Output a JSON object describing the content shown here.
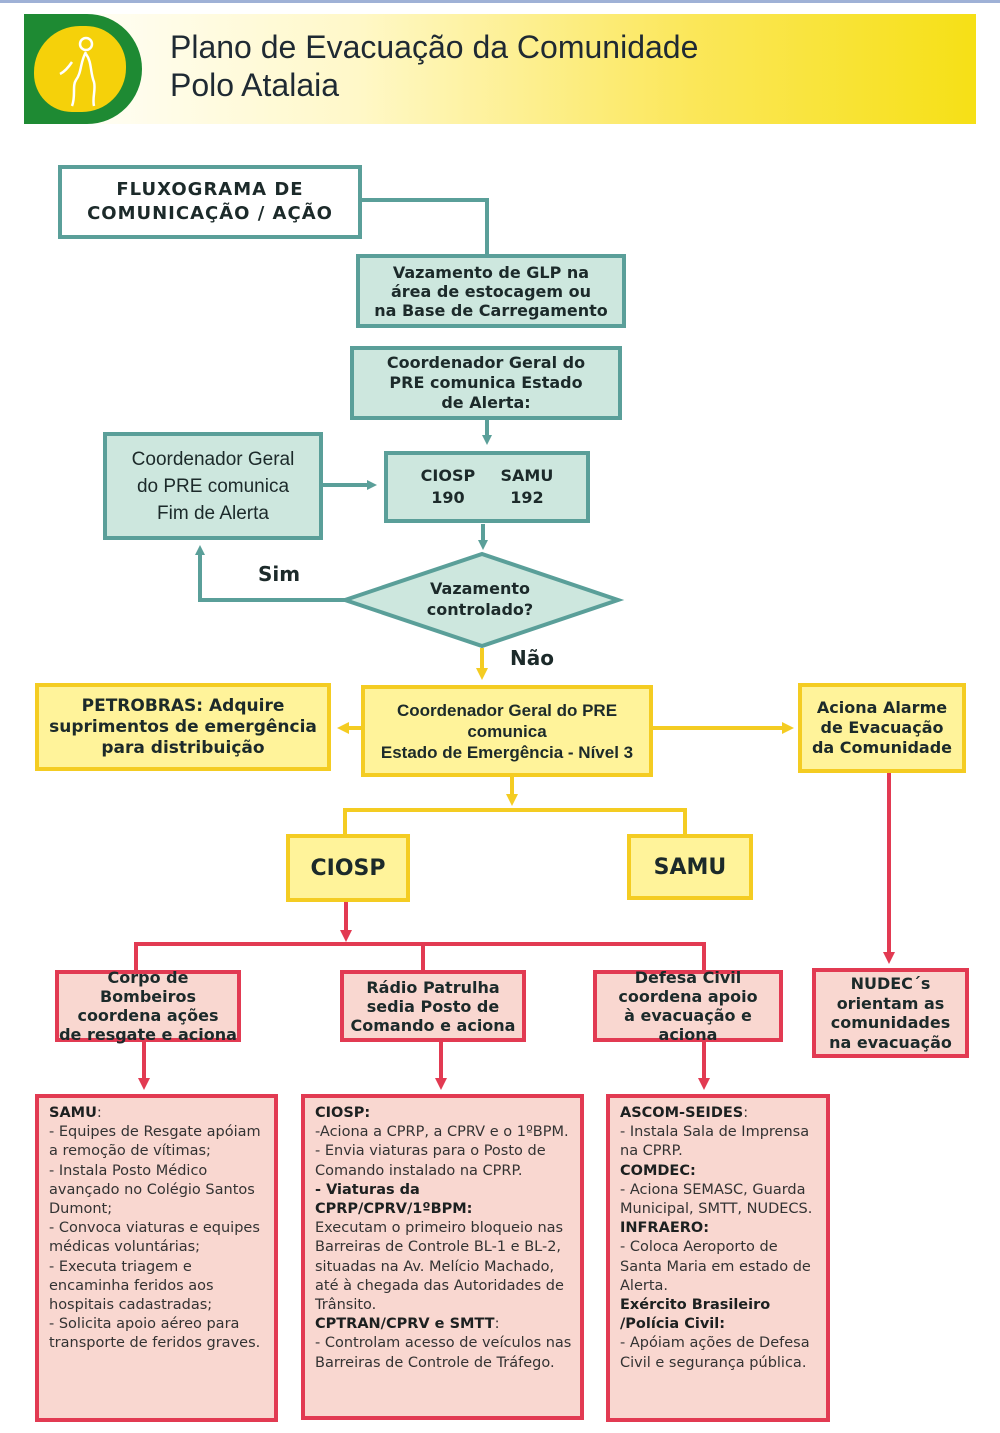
{
  "header": {
    "title_line1": "Plano de Evacuação da Comunidade",
    "title_line2": "Polo Atalaia"
  },
  "colors": {
    "teal_fill": "#cde7de",
    "teal_border": "#5a9f99",
    "yellow_fill": "#fff39a",
    "yellow_border": "#f4cc22",
    "red_fill": "#f9d7d0",
    "red_border": "#e23a52",
    "logo_green": "#1e8a33",
    "logo_yellow": "#f5d10a"
  },
  "flow": {
    "title_line1": "FLUXOGRAMA DE",
    "title_line2": "COMUNICAÇÃO / AÇÃO",
    "leak_line1": "Vazamento de GLP na",
    "leak_line2": "área de estocagem ou",
    "leak_line3": "na Base de Carregamento",
    "alert_line1": "Coordenador Geral do",
    "alert_line2": "PRE comunica Estado",
    "alert_line3": "de Alerta:",
    "endalert_line1": "Coordenador Geral",
    "endalert_line2": "do PRE comunica",
    "endalert_line3": "Fim de Alerta",
    "contact_ciosp": "CIOSP",
    "contact_ciosp_num": "190",
    "contact_samu": "SAMU",
    "contact_samu_num": "192",
    "decision_line1": "Vazamento",
    "decision_line2": "controlado?",
    "yes_label": "Sim",
    "no_label": "Não",
    "petrobras_line1": "PETROBRAS: Adquire",
    "petrobras_line2": "suprimentos de emergência",
    "petrobras_line3": "para distribuição",
    "emergency_line1": "Coordenador Geral do PRE",
    "emergency_line2": "comunica",
    "emergency_line3": "Estado de Emergência - Nível 3",
    "alarm_line1": "Aciona Alarme",
    "alarm_line2": "de Evacuação",
    "alarm_line3": "da Comunidade",
    "ciosp_box": "CIOSP",
    "samu_box": "SAMU",
    "bombeiros_line1": "Corpo de Bombeiros",
    "bombeiros_line2": "coordena ações",
    "bombeiros_line3": "de resgate e aciona",
    "radio_line1": "Rádio Patrulha",
    "radio_line2": "sedia Posto de",
    "radio_line3": "Comando e aciona",
    "defesa_line1": "Defesa Civil",
    "defesa_line2": "coordena apoio",
    "defesa_line3": "à evacuação e aciona",
    "nudec_line1": "NUDEC´s",
    "nudec_line2": "orientam as",
    "nudec_line3": "comunidades",
    "nudec_line4": "na evacuação"
  },
  "details": {
    "samu": [
      {
        "text": "SAMU",
        "bold": true,
        "suffix": ":"
      },
      {
        "text": "- Equipes de Resgate apóiam a remoção de vítimas;"
      },
      {
        "text": "- Instala Posto Médico avançado no Colégio Santos Dumont;"
      },
      {
        "text": "- Convoca viaturas e equipes médicas voluntárias;"
      },
      {
        "text": "- Executa triagem e encaminha feridos aos hospitais cadastradas;"
      },
      {
        "text": "- Solicita apoio aéreo para transporte de feridos graves."
      }
    ],
    "ciosp": [
      {
        "text": "CIOSP:",
        "bold": true
      },
      {
        "text": "-Aciona a CPRP, a CPRV e o 1ºBPM."
      },
      {
        "text": "- Envia viaturas para o Posto de Comando instalado na CPRP."
      },
      {
        "text": "- Viaturas da CPRP/CPRV/1ºBPM:",
        "bold": true
      },
      {
        "text": "Executam o primeiro bloqueio nas Barreiras de Controle BL-1 e BL-2, situadas na Av. Melício Machado, até à chegada das Autoridades de Trânsito."
      },
      {
        "text": "CPTRAN/CPRV e SMTT",
        "bold": true,
        "suffix": ":"
      },
      {
        "text": "- Controlam acesso de veículos nas Barreiras de Controle de Tráfego."
      }
    ],
    "defesa": [
      {
        "text": "ASCOM-SEIDES",
        "bold": true,
        "suffix": ":"
      },
      {
        "text": "- Instala Sala de Imprensa na CPRP."
      },
      {
        "text": "COMDEC:",
        "bold": true
      },
      {
        "text": "- Aciona SEMASC, Guarda Municipal, SMTT, NUDECS."
      },
      {
        "text": "INFRAERO:",
        "bold": true
      },
      {
        "text": "- Coloca Aeroporto de Santa Maria em estado de Alerta."
      },
      {
        "text": "Exército Brasileiro /Polícia Civil:",
        "bold": true
      },
      {
        "text": "- Apóiam ações de Defesa Civil e segurança pública."
      }
    ]
  }
}
